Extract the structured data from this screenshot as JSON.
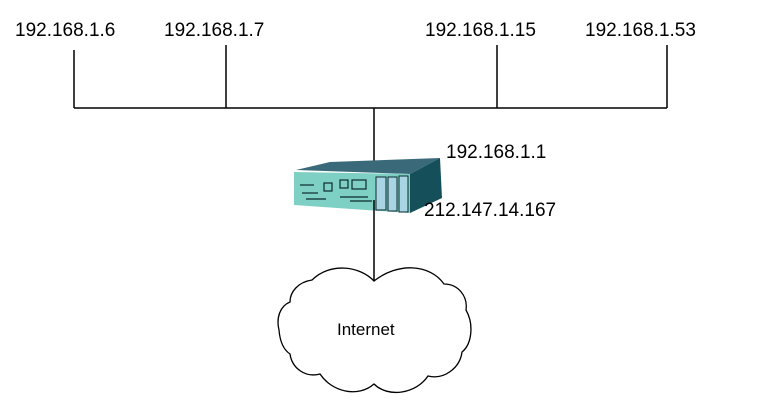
{
  "diagram": {
    "type": "network-topology",
    "hosts": [
      {
        "id": "host-1",
        "ip": "192.168.1.6"
      },
      {
        "id": "host-2",
        "ip": "192.168.1.7"
      },
      {
        "id": "host-3",
        "ip": "192.168.1.15"
      },
      {
        "id": "host-4",
        "ip": "192.168.1.53"
      }
    ],
    "router": {
      "icon": "router-icon",
      "lan_ip": "192.168.1.1",
      "wan_ip": "212.147.14.167",
      "colors": {
        "front": "#7fd0c4",
        "top": "#3a6a7a",
        "side": "#15505a",
        "panel": "#a8d4e4"
      }
    },
    "cloud": {
      "icon": "cloud-icon",
      "label": "Internet"
    },
    "connections": [
      {
        "from": "host-1",
        "to": "lan-bus"
      },
      {
        "from": "host-2",
        "to": "lan-bus"
      },
      {
        "from": "host-3",
        "to": "lan-bus"
      },
      {
        "from": "host-4",
        "to": "lan-bus"
      },
      {
        "from": "lan-bus",
        "to": "router"
      },
      {
        "from": "router",
        "to": "cloud"
      }
    ]
  }
}
